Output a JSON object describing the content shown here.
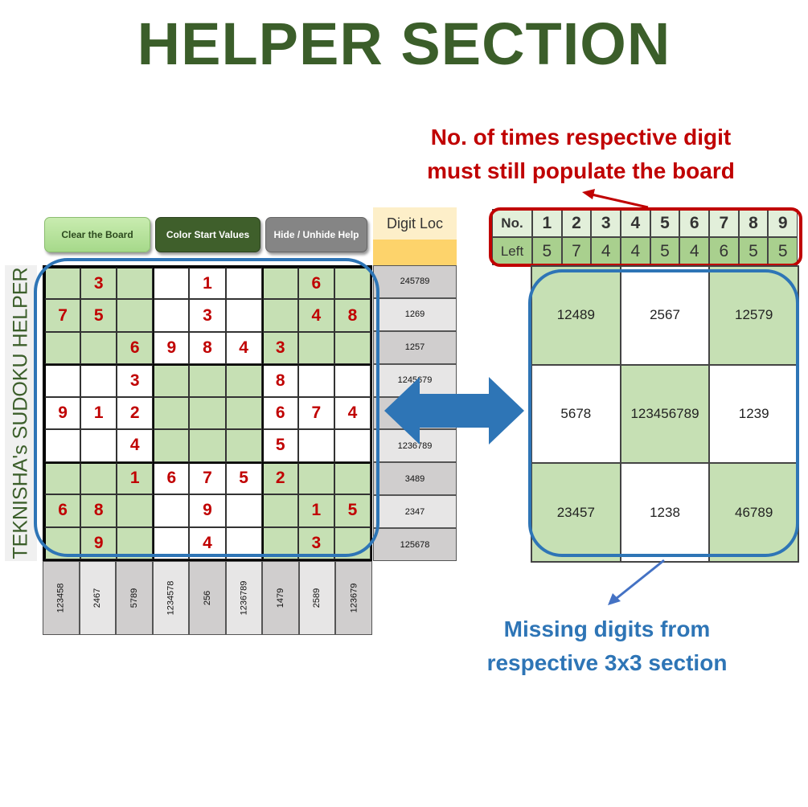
{
  "title": "HELPER SECTION",
  "annotations": {
    "counts_note": [
      "No. of times respective digit",
      "must still populate the board"
    ],
    "sections_note": [
      "Missing digits from",
      "respective 3x3 section"
    ]
  },
  "toolbar": {
    "clear_label": "Clear the Board",
    "color_label": "Color Start Values",
    "hide_label": "Hide / Unhide Help"
  },
  "side_label": "TEKNISHA's  SUDOKU HELPER",
  "digit_loc_header": "Digit Loc",
  "board": [
    [
      "",
      "3",
      "",
      "",
      "1",
      "",
      "",
      "6",
      ""
    ],
    [
      "7",
      "5",
      "",
      "",
      "3",
      "",
      "",
      "4",
      "8"
    ],
    [
      "",
      "",
      "6",
      "9",
      "8",
      "4",
      "3",
      "",
      ""
    ],
    [
      "",
      "",
      "3",
      "",
      "",
      "",
      "8",
      "",
      ""
    ],
    [
      "9",
      "1",
      "2",
      "",
      "",
      "",
      "6",
      "7",
      "4"
    ],
    [
      "",
      "",
      "4",
      "",
      "",
      "",
      "5",
      "",
      ""
    ],
    [
      "",
      "",
      "1",
      "6",
      "7",
      "5",
      "2",
      "",
      ""
    ],
    [
      "6",
      "8",
      "",
      "",
      "9",
      "",
      "",
      "1",
      "5"
    ],
    [
      "",
      "9",
      "",
      "",
      "4",
      "",
      "",
      "3",
      ""
    ]
  ],
  "row_missing": [
    "245789",
    "1269",
    "1257",
    "1245679",
    "",
    "1236789",
    "3489",
    "2347",
    "125678"
  ],
  "col_missing": [
    "123458",
    "2467",
    "5789",
    "1234578",
    "256",
    "1236789",
    "1479",
    "2589",
    "123679"
  ],
  "counts": {
    "header_label": "No.",
    "left_label": "Left",
    "digits": [
      "1",
      "2",
      "3",
      "4",
      "5",
      "6",
      "7",
      "8",
      "9"
    ],
    "left": [
      "5",
      "7",
      "4",
      "4",
      "5",
      "4",
      "6",
      "5",
      "5"
    ]
  },
  "section_missing": [
    "12489",
    "2567",
    "12579",
    "5678",
    "123456789",
    "1239",
    "23457",
    "1238",
    "46789"
  ],
  "colors": {
    "green_cell": "#c6e0b4",
    "digit_red": "#c00000",
    "accent_blue": "#2e75b6",
    "title_green": "#3b5e2a"
  }
}
